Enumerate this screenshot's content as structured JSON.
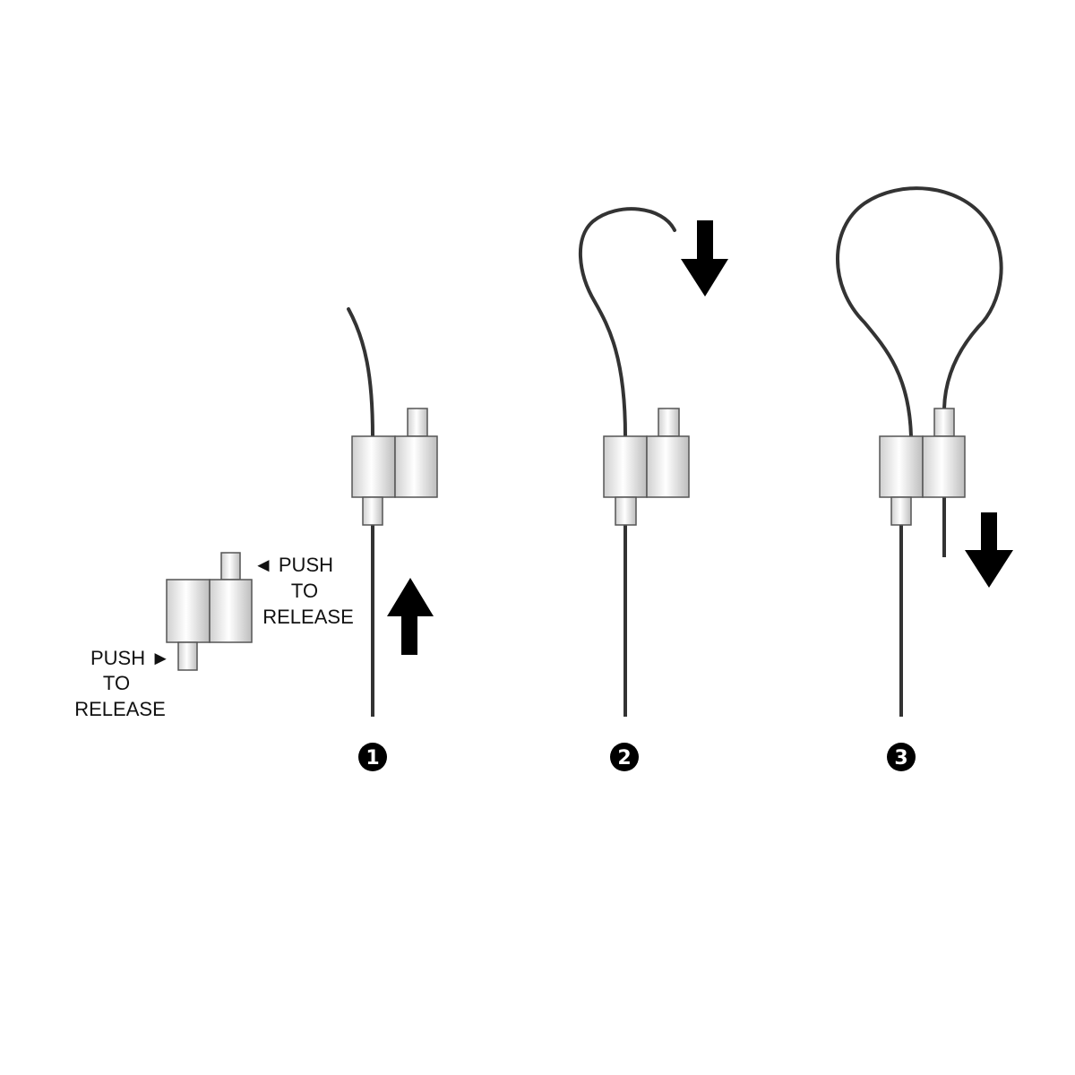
{
  "legend": {
    "right_label": {
      "line1": "◄ PUSH",
      "line2": "TO",
      "line3": "RELEASE"
    },
    "left_label": {
      "line1": "PUSH ►",
      "line2": "TO",
      "line3": "RELEASE"
    }
  },
  "steps": [
    {
      "number": "1",
      "arrow": "up"
    },
    {
      "number": "2",
      "arrow": "down"
    },
    {
      "number": "3",
      "arrow": "down"
    }
  ],
  "colors": {
    "cable": "#333333",
    "arrow": "#000000",
    "gripper_outline": "#555555",
    "gripper_fill_light": "#ffffff",
    "gripper_fill_shade": "#cfcfcf",
    "step_badge": "#000000"
  }
}
